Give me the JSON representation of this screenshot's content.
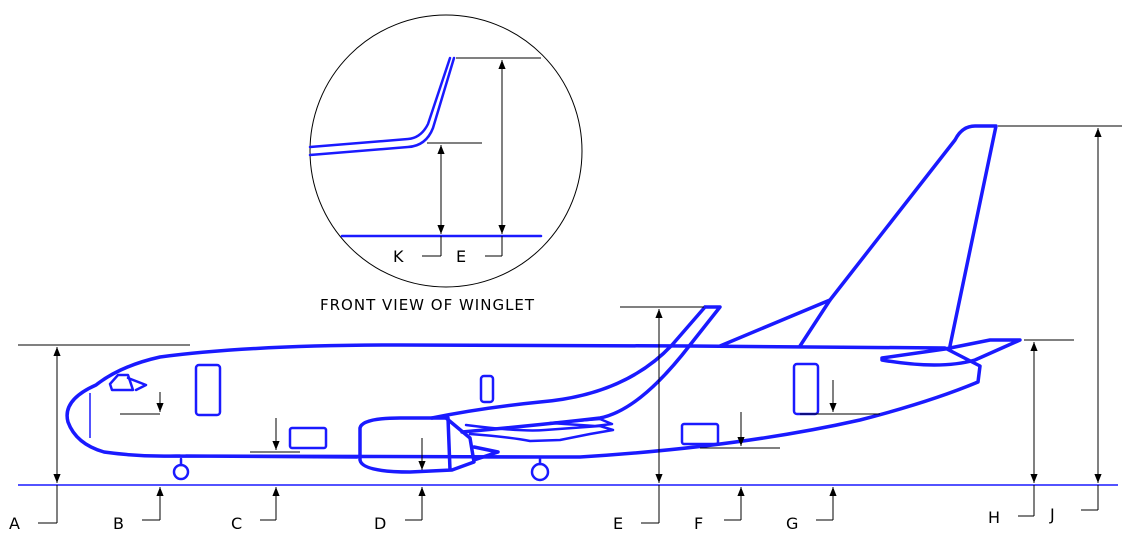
{
  "caption": "FRONT VIEW OF WINGLET",
  "labels": {
    "a": "A",
    "b": "B",
    "c": "C",
    "d": "D",
    "e": "E",
    "f": "F",
    "g": "G",
    "h": "H",
    "j": "J",
    "k_inset": "K",
    "e_inset": "E"
  },
  "colors": {
    "outline": "#1a1aff",
    "dimension": "#000000"
  },
  "icons": [
    "arrow-up-icon",
    "arrow-down-icon"
  ]
}
